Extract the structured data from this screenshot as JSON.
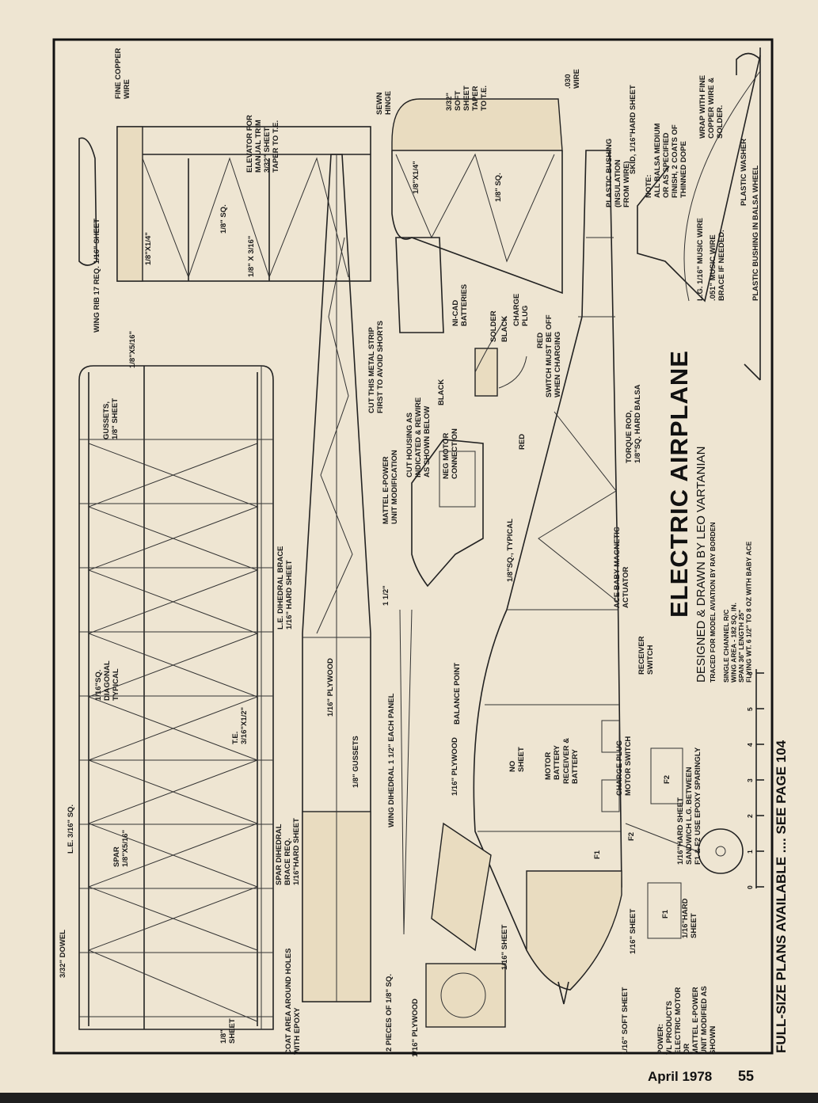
{
  "title": "ELECTRIC AIRPLANE",
  "byline": "DESIGNED & DRAWN BY LEO VARTANIAN",
  "traced": "TRACED FOR MODEL AVIATION BY RAY BORDEN",
  "specs": [
    "SINGLE CHANNEL R/C",
    "WING AREA - 182 SQ. IN.",
    "SPAN 36\"   LENGTH 25\"",
    "FLYING WT. 6 1/2\" TO 8 OZ WITH BABY ACE"
  ],
  "plans_note": "FULL-SIZE PLANS AVAILABLE .... SEE PAGE 104",
  "footer": {
    "date": "April 1978",
    "page": "55"
  },
  "scale_ticks": [
    "0",
    "1",
    "2",
    "3",
    "4",
    "5",
    "6"
  ],
  "note_block": [
    "NOTE:",
    "ALL BALSA MEDIUM",
    "OR AS SPECIFIED",
    "FINISH, 2 COATS OF",
    "THINNED DOPE"
  ],
  "labels": {
    "wing_rib": "WING RIB 17 REQ.  1/16\" SHEET",
    "te_1_8x5_16": "1/8\"X5/16\"",
    "gussets": [
      "GUSSETS,",
      "1/8\" SHEET"
    ],
    "fine_copper": [
      "FINE COPPER",
      "WIRE"
    ],
    "elevator": [
      "ELEVATOR FOR",
      "MANUAL TRIM",
      "3/32\" SHEET",
      "TAPER TO T.E."
    ],
    "stab_1_8x1_4": "1/8\"X1/4\"",
    "stab_1_8sq": "1/8\" SQ.",
    "stab_1_8x3_16": "1/8\" X 3/16\"",
    "sewn_hinge": [
      "SEWN",
      "HINGE"
    ],
    "soft_sheet": [
      "3/32\"",
      "SOFT",
      "SHEET",
      "TAPER",
      "TO T.E."
    ],
    "wire_030": [
      ".030",
      "WIRE"
    ],
    "plastic_bushing": [
      "PLASTIC BUSHING",
      "(INSULATION",
      "FROM WIRE)"
    ],
    "skid": "SKID, 1/16\"HARD SHEET",
    "fin_1_8x1_4": "1/8\"X1/4\"",
    "fin_1_8sq": "1/8\" SQ.",
    "nicad": [
      "NI-CAD",
      "BATTERIES"
    ],
    "cut_strip": [
      "CUT THIS METAL STRIP",
      "FIRST TO AVOID SHORTS"
    ],
    "solder": "SOLDER",
    "black1": "BLACK",
    "charge_plug": [
      "CHARGE",
      "PLUG"
    ],
    "red1": "RED",
    "switch_off": [
      "SWITCH MUST BE OFF",
      "WHEN CHARGING"
    ],
    "cut_housing": [
      "CUT HOUSING AS",
      "INDICATED & REWIRE",
      "AS SHOWN BELOW"
    ],
    "black2": "BLACK",
    "neg_motor": [
      "NEG MOTOR",
      "CONNECTION"
    ],
    "red2": "RED",
    "mattel_mod": [
      "MATTEL E-POWER",
      "UNIT MODIFICATION"
    ],
    "torque_rod": [
      "TORQUE ROD,",
      "1/8\"SQ. HARD BALSA"
    ],
    "typical": "1/8\"SQ., TYPICAL",
    "actuator": [
      "ACE BABY MAGNETIC",
      "ACTUATOR"
    ],
    "receiver_switch": [
      "RECEIVER",
      "SWITCH"
    ],
    "le_brace": [
      "L.E. DIHEDRAL BRACE",
      "1/16\" HARD SHEET"
    ],
    "diagonal": [
      "1/16\"SQ.",
      "DIAGONAL",
      "TYPICAL"
    ],
    "plywood_center": "1/16\" PLYWOOD",
    "gussets_center": "1/8\" GUSSETS",
    "te": [
      "T.E.",
      "3/16\"X1/2\""
    ],
    "dihedral_one_half": "1 1/2\"",
    "wing_dihedral": "WING DIHEDRAL 1 1/2\" EACH PANEL",
    "spar_brace": [
      "SPAR DIHEDRAL",
      "BRACE REQ.",
      "1/16\"HARD SHEET"
    ],
    "le": "L.E. 3/16\" SQ.",
    "spar": [
      "SPAR",
      "1/8\"X5/16\""
    ],
    "dowel": "3/32\" DOWEL",
    "sheet_1_8": [
      "1/8\"",
      "SHEET"
    ],
    "coat_area": [
      "COAT AREA AROUND HOLES",
      "WITH EPOXY"
    ],
    "two_pieces": "2 PIECES OF 1/8\" SQ.",
    "plywood_1": "1/16\" PLYWOOD",
    "plywood_2": "1/16\" PLYWOOD",
    "balance_point": "BALANCE POINT",
    "no_sheet": [
      "NO",
      "SHEET"
    ],
    "motor_battery": [
      "MOTOR",
      "BATTERY"
    ],
    "receiver_battery": [
      "RECEIVER &",
      "BATTERY"
    ],
    "charge_motor": [
      "CHARGE PLUG",
      "MOTOR SWITCH"
    ],
    "sandwich": [
      "1/16\"HARD SHEET",
      "SANDWICH L.G. BETWEEN",
      "F1 & F2  USE EPOXY SPARINGLY"
    ],
    "f2_a": "F2",
    "f2_b": "F2",
    "f1_a": "F1",
    "f1_b": "F1",
    "sheet_a": "1/16\" SHEET",
    "sheet_b": "1/16\" SHEET",
    "soft_sheet_bottom": "1/16\" SOFT SHEET",
    "hard_sheet_f1": [
      "1/16\"HARD",
      "SHEET"
    ],
    "power": [
      "POWER:",
      "VL PRODUCTS",
      "ELECTRIC MOTOR",
      "OR",
      "MATTEL E-POWER",
      "UNIT MODIFIED AS",
      "SHOWN"
    ],
    "lg_wire": "L.G. 1/16\" MUSIC WIRE",
    "brace_wire": [
      ".051\" MUSIC WIRE",
      "BRACE IF NEEDED."
    ],
    "wrap": [
      "WRAP WITH FINE",
      "COPPER WIRE &",
      "SOLDER."
    ],
    "washer": "PLASTIC WASHER",
    "wheel": "PLASTIC BUSHING IN BALSA WHEEL"
  }
}
